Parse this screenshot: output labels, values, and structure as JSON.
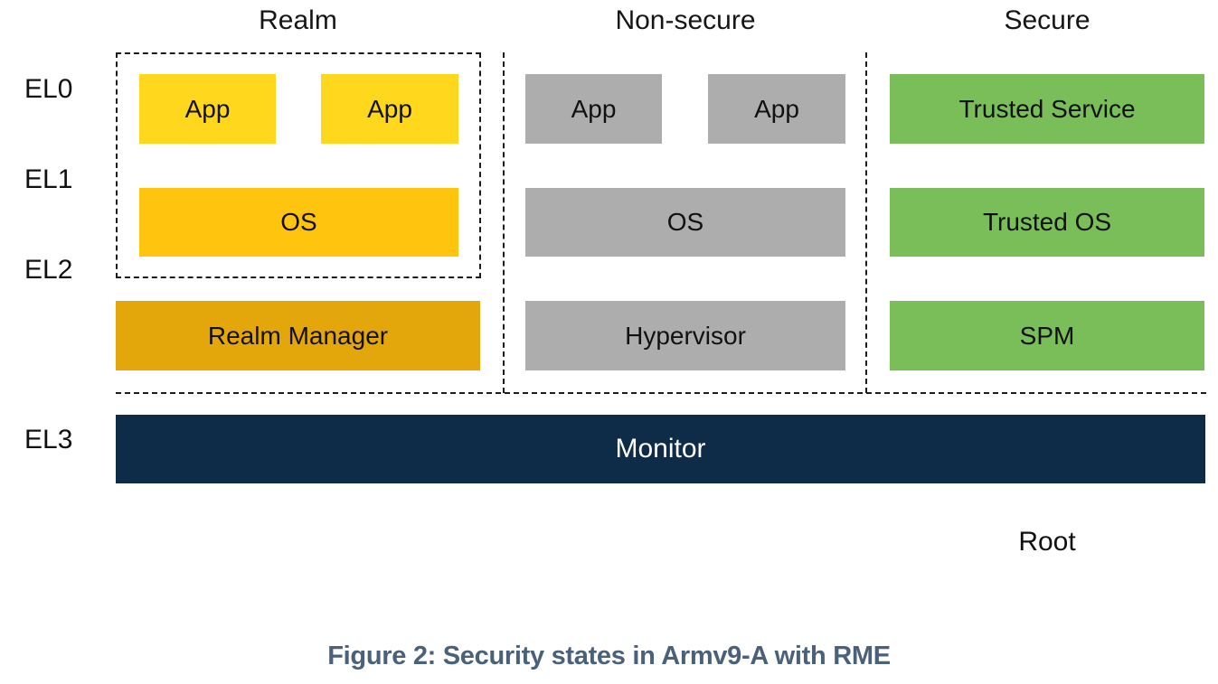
{
  "diagram": {
    "column_headers": {
      "realm": "Realm",
      "non_secure": "Non-secure",
      "secure": "Secure"
    },
    "el_labels": {
      "el0": "EL0",
      "el1": "EL1",
      "el2": "EL2",
      "el3": "EL3"
    },
    "realm": {
      "app1": "App",
      "app2": "App",
      "os": "OS",
      "manager": "Realm Manager"
    },
    "non_secure": {
      "app1": "App",
      "app2": "App",
      "os": "OS",
      "hypervisor": "Hypervisor"
    },
    "secure": {
      "trusted_service": "Trusted Service",
      "trusted_os": "Trusted OS",
      "spm": "SPM"
    },
    "monitor_label": "Monitor",
    "root_label": "Root",
    "caption": "Figure 2: Security states in Armv9-A with RME",
    "colors": {
      "realm_app": "#FFD71C",
      "realm_os": "#FFC40E",
      "realm_manager": "#E4A70B",
      "non_secure_box": "#ADADAD",
      "secure_box": "#79BE58",
      "monitor_bar": "#0E2C48",
      "caption_text": "#49617A"
    }
  }
}
